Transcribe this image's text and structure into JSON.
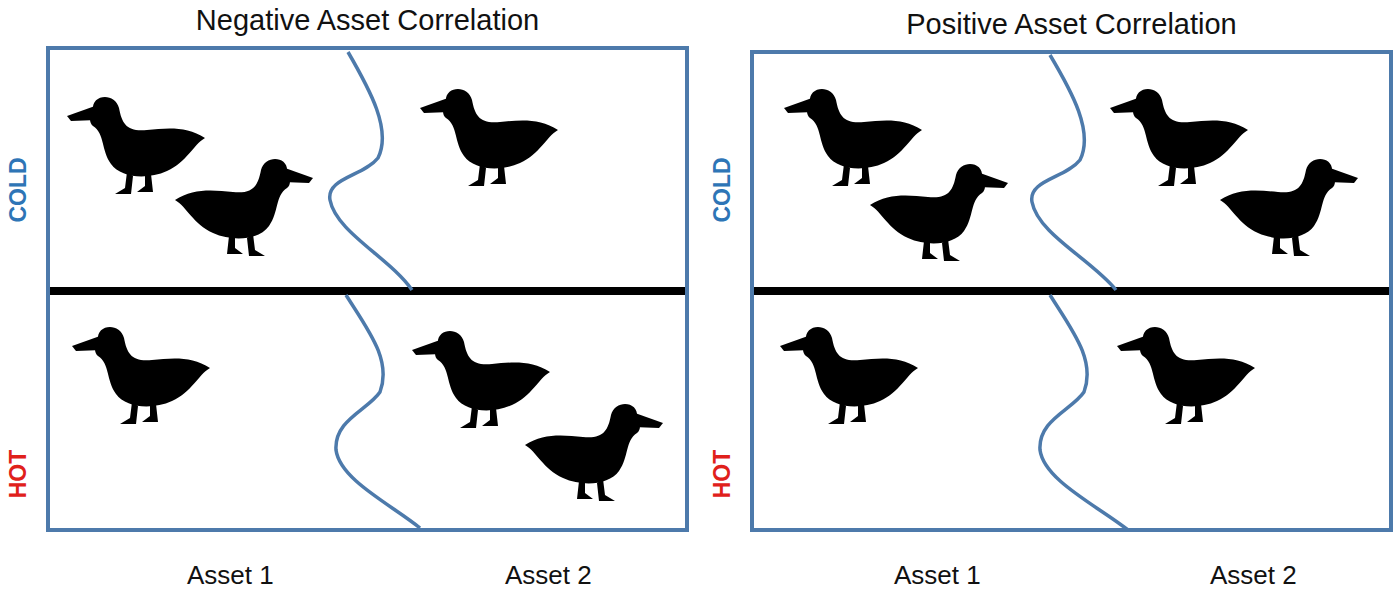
{
  "diagram": {
    "nodes": [
      {
        "text": [
          "Negative Asset Correlation"
        ]
      },
      {
        "text": [
          "Positive Asset Correlation"
        ]
      }
    ],
    "labels": [
      "COLD",
      "HOT",
      "Asset 1",
      "Asset 2",
      "COLD",
      "HOT",
      "Asset 1",
      "Asset 2"
    ]
  }
}
